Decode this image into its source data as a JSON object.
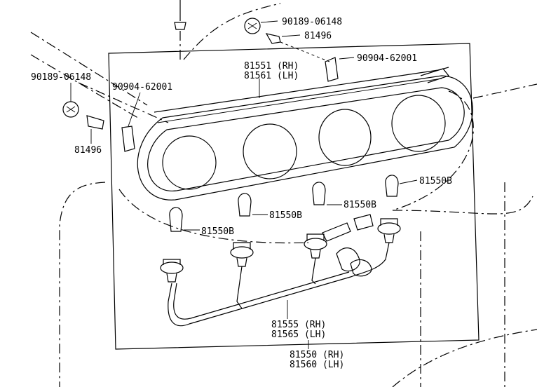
{
  "labels": {
    "clip_top": "90189-06148",
    "socket_top": "81496",
    "bracket_right": "90904-62001",
    "lens_rh": "81551 (RH)",
    "lens_lh": "81561 (LH)",
    "clip_left": "90189-06148",
    "bracket_left": "90904-62001",
    "socket_left": "81496",
    "bulb_right": "81550B",
    "bulb_mid_right": "81550B",
    "bulb_mid_left": "81550B",
    "bulb_left": "81550B",
    "harness_rh": "81555 (RH)",
    "harness_lh": "81565 (LH)",
    "assy_rh": "81550 (RH)",
    "assy_lh": "81560 (LH)"
  }
}
